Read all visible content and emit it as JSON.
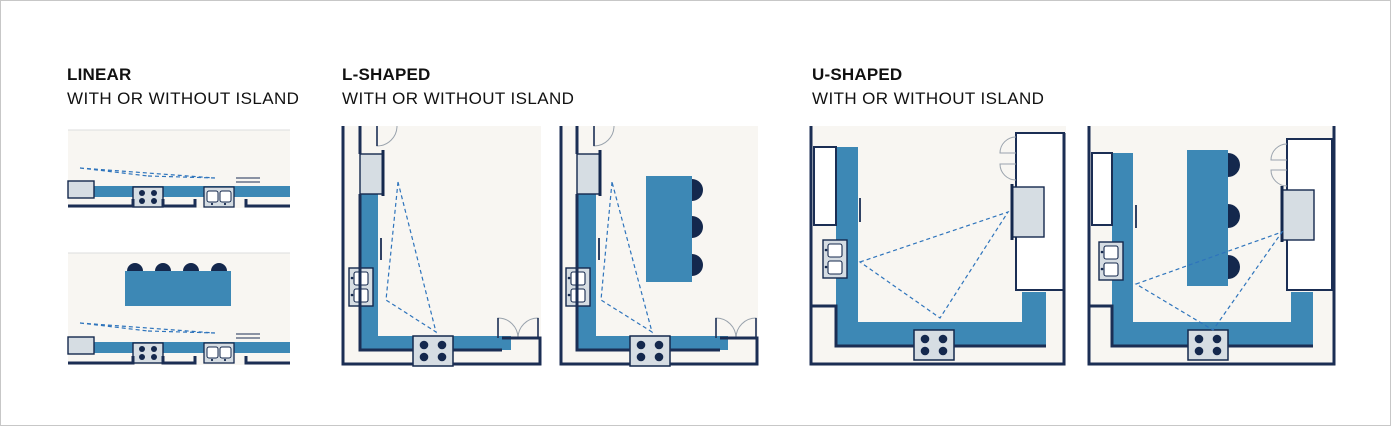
{
  "headings": {
    "linear": {
      "title": "LINEAR",
      "subtitle": "WITH OR WITHOUT ISLAND"
    },
    "l_shaped": {
      "title": "L-SHAPED",
      "subtitle": "WITH OR WITHOUT ISLAND"
    },
    "u_shaped": {
      "title": "U-SHAPED",
      "subtitle": "WITH OR WITHOUT ISLAND"
    }
  },
  "colors": {
    "floor": "#f8f6f2",
    "counter": "#3d88b5",
    "wall": "#1b2e54",
    "appliance": "#d6dde3",
    "dark": "#14284d",
    "triangle": "#2e74bc",
    "border": "#c7c7c7"
  },
  "icons": [
    "range-icon",
    "sink-icon",
    "fridge-icon",
    "door-icon",
    "stool-icon",
    "window-icon"
  ]
}
